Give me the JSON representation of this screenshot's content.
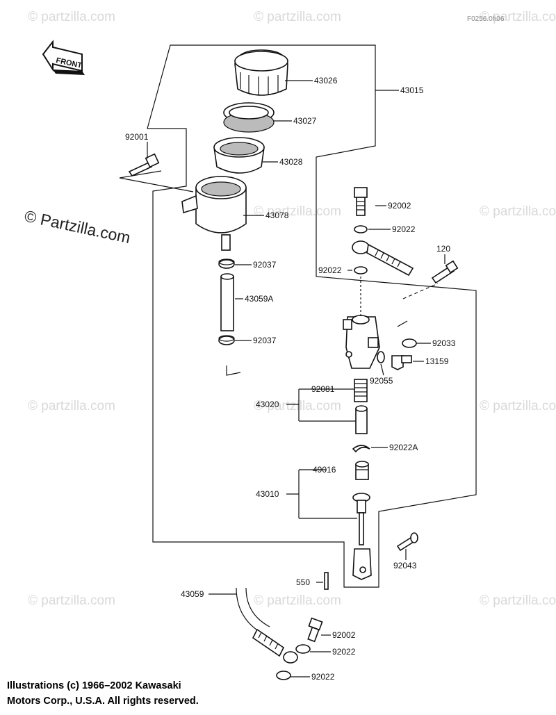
{
  "page_code": "F0256.0h06",
  "front_label": "FRONT",
  "watermark": "© partzilla.com",
  "watermark_prominent": "© Partzilla.com",
  "copyright": [
    "Illustrations (c) 1966–2002 Kawasaki",
    "Motors Corp., U.S.A.  All rights reserved."
  ],
  "parts": {
    "p43026": "43026",
    "p43015": "43015",
    "p43027": "43027",
    "p92001": "92001",
    "p43028": "43028",
    "p43078": "43078",
    "p92002a": "92002",
    "p92022a": "92022",
    "p120": "120",
    "p92037a": "92037",
    "p92022b": "92022",
    "p43059A": "43059A",
    "p92037b": "92037",
    "p92033": "92033",
    "p13159": "13159",
    "p92055": "92055",
    "p92081": "92081",
    "p43020": "43020",
    "p92022A": "92022A",
    "p49016": "49016",
    "p43010": "43010",
    "p92043": "92043",
    "p550": "550",
    "p43059": "43059",
    "p92002b": "92002",
    "p92022c": "92022",
    "p92022d": "92022"
  }
}
